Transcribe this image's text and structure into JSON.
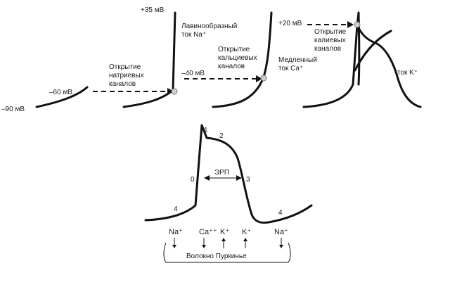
{
  "top": {
    "v_minus90": "–90 мВ",
    "v_minus60": "–60 мВ",
    "v_plus35": "+35 мВ",
    "v_minus40": "–40 мВ",
    "v_plus20": "+20 мВ",
    "na_open": [
      "Открытие",
      "натриевых",
      "каналов"
    ],
    "na_avalanche": [
      "Лавинообразный",
      "ток Na⁺"
    ],
    "ca_open": [
      "Открытие",
      "кальциевых",
      "каналов"
    ],
    "ca_slow": [
      "Медленный",
      "ток Ca⁺"
    ],
    "k_open": [
      "Открытие",
      "калиевых",
      "каналов"
    ],
    "k_current": "ток K⁺"
  },
  "bottom": {
    "phase0": "0",
    "phase1": "1",
    "phase2": "2",
    "phase3": "3",
    "phase4_left": "4",
    "phase4_right": "4",
    "erp": "ЭРП",
    "ions": {
      "na_in": "Na⁺",
      "ca_in": "Ca⁺⁺",
      "k_out1": "K⁺",
      "k_out2": "K⁺",
      "na_in2": "Na⁺"
    },
    "fiber": "Волокно Пуркинье"
  }
}
